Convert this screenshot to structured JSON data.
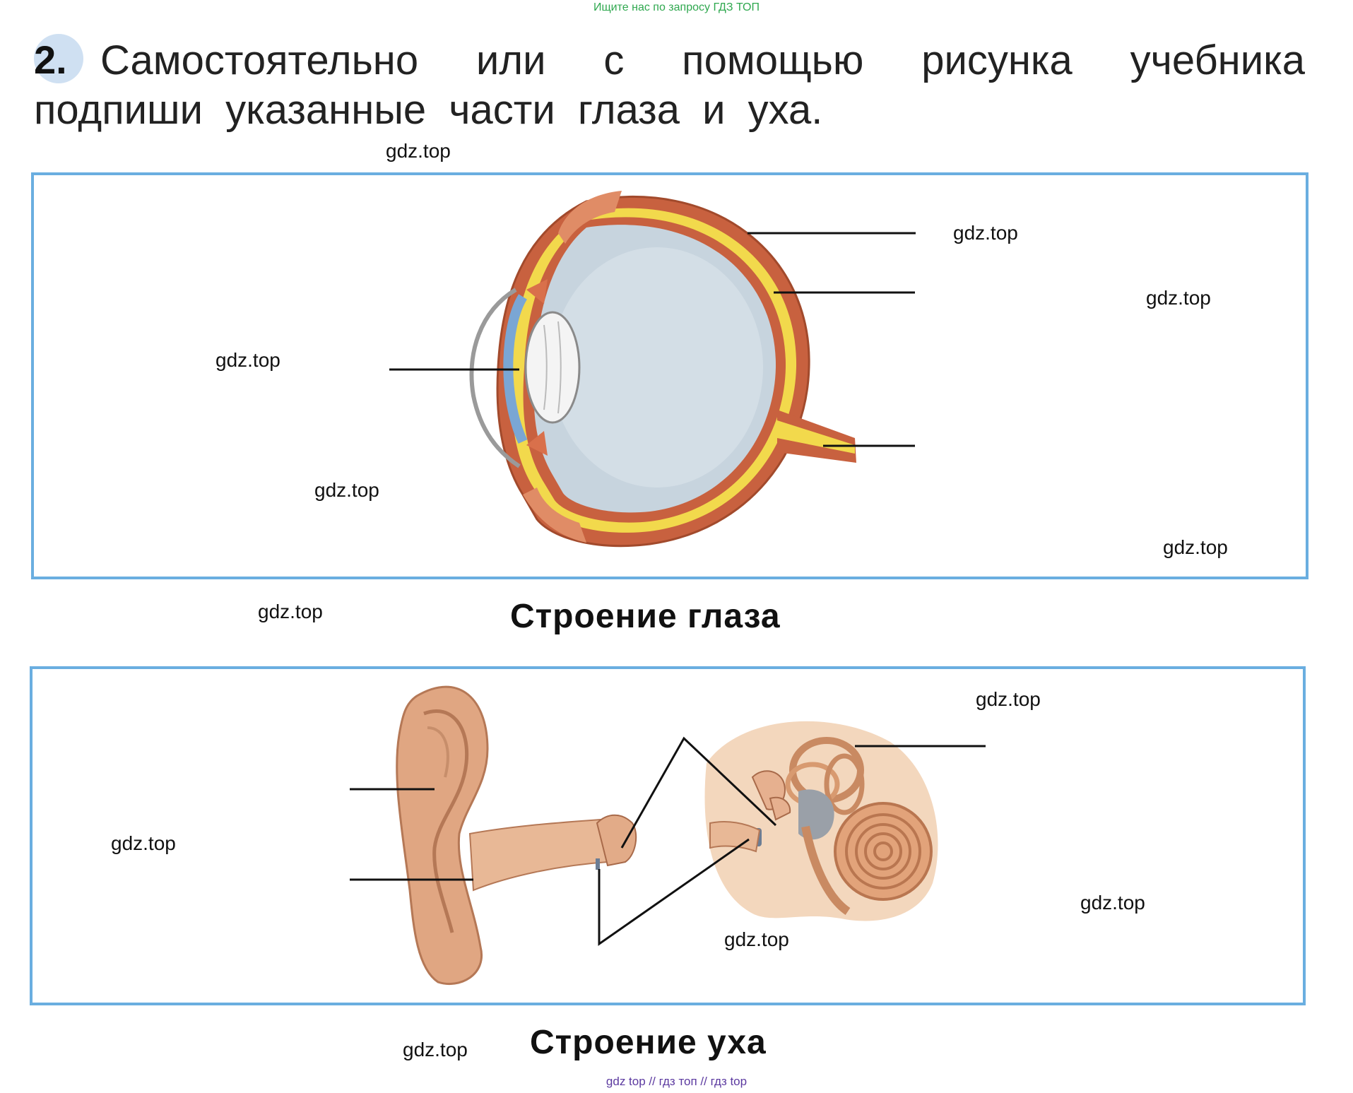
{
  "banner_top": "Ищите нас по запросу ГДЗ ТОП",
  "task": {
    "number": "2.",
    "line1": "Самостоятельно или с помощью рисунка учебника",
    "line2": "подпиши указанные части глаза и уха."
  },
  "captions": {
    "eye": "Строение глаза",
    "ear": "Строение уха"
  },
  "watermarks": [
    "gdz.top",
    "gdz.top",
    "gdz.top",
    "gdz.top",
    "gdz.top",
    "gdz.top",
    "gdz.top",
    "gdz.top",
    "gdz.top",
    "gdz.top",
    "gdz.top",
    "gdz.top"
  ],
  "banner_bottom": "gdz top // гдз топ // гдз top",
  "colors": {
    "frame_border": "#6aaee0",
    "banner_top_text": "#2fa84f",
    "banner_bottom_text": "#5c3aa0",
    "task_badge": "#cfe0f2"
  }
}
